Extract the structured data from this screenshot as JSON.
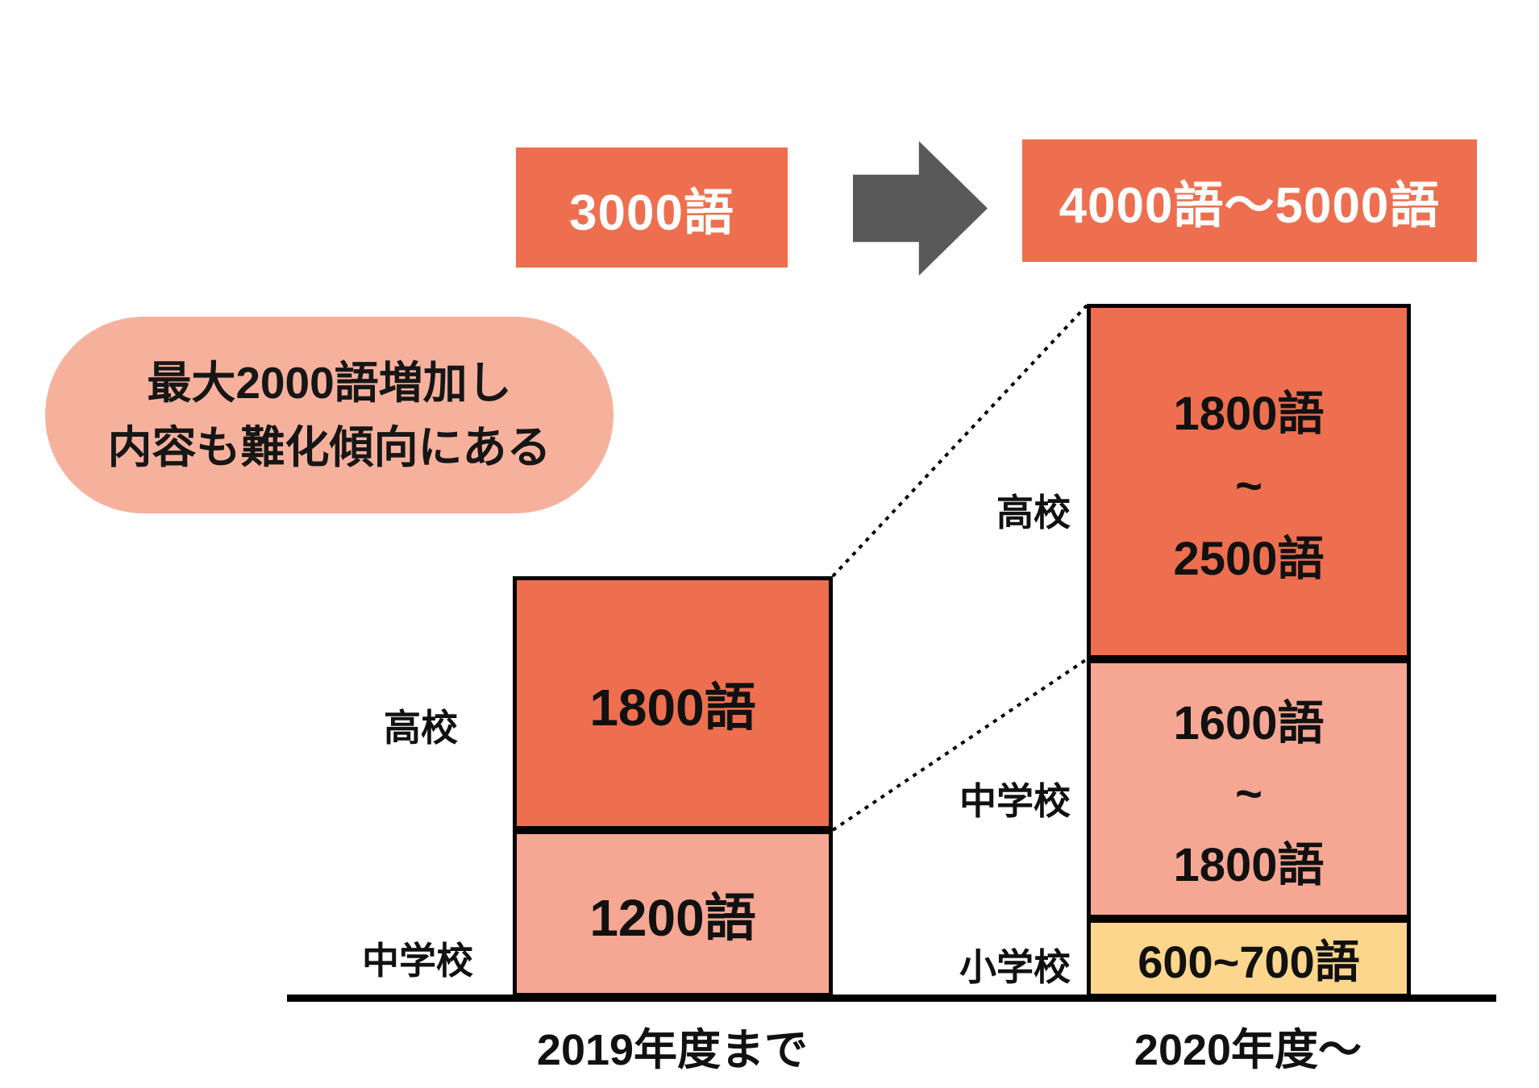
{
  "flow": {
    "before": "3000語",
    "after": "4000語〜5000語"
  },
  "callout": {
    "line1": "最大2000語増加し",
    "line2": "内容も難化傾向にある"
  },
  "bars": {
    "before": {
      "axis_label": "2019年度まで",
      "segments": [
        {
          "label": "高校",
          "lines": [
            "1800語"
          ]
        },
        {
          "label": "中学校",
          "lines": [
            "1200語"
          ]
        }
      ]
    },
    "after": {
      "axis_label": "2020年度〜",
      "segments": [
        {
          "label": "高校",
          "lines": [
            "1800語",
            "~",
            "2500語"
          ]
        },
        {
          "label": "中学校",
          "lines": [
            "1600語",
            "~",
            "1800語"
          ]
        },
        {
          "label": "小学校",
          "lines": [
            "600~700語"
          ]
        }
      ]
    }
  },
  "colors": {
    "accent_orange": "#ED6F4F",
    "salmon": "#F5A794",
    "callout_pink": "#F6B19D",
    "yellow": "#FBD68C",
    "arrow_gray": "#595959",
    "line_black": "#000000"
  },
  "chart_data": {
    "type": "bar",
    "stacked": true,
    "unit": "語",
    "categories": [
      "2019年度まで",
      "2020年度〜"
    ],
    "series": [
      {
        "name": "高校",
        "values": [
          [
            1800,
            1800
          ],
          [
            1800,
            2500
          ]
        ],
        "labels": [
          "1800語",
          "1800語~2500語"
        ],
        "color": "#ED6F4F"
      },
      {
        "name": "中学校",
        "values": [
          [
            1200,
            1200
          ],
          [
            1600,
            1800
          ]
        ],
        "labels": [
          "1200語",
          "1600語~1800語"
        ],
        "color": "#F5A794"
      },
      {
        "name": "小学校",
        "values": [
          [
            0,
            0
          ],
          [
            600,
            700
          ]
        ],
        "labels": [
          "",
          "600~700語"
        ],
        "color": "#FBD68C"
      }
    ],
    "totals": {
      "labels": [
        "3000語",
        "4000語〜5000語"
      ],
      "values": [
        [
          3000,
          3000
        ],
        [
          4000,
          5000
        ]
      ]
    },
    "annotation": "最大2000語増加し 内容も難化傾向にある",
    "legend": false,
    "grid": false,
    "xlabel": "",
    "ylabel": ""
  }
}
